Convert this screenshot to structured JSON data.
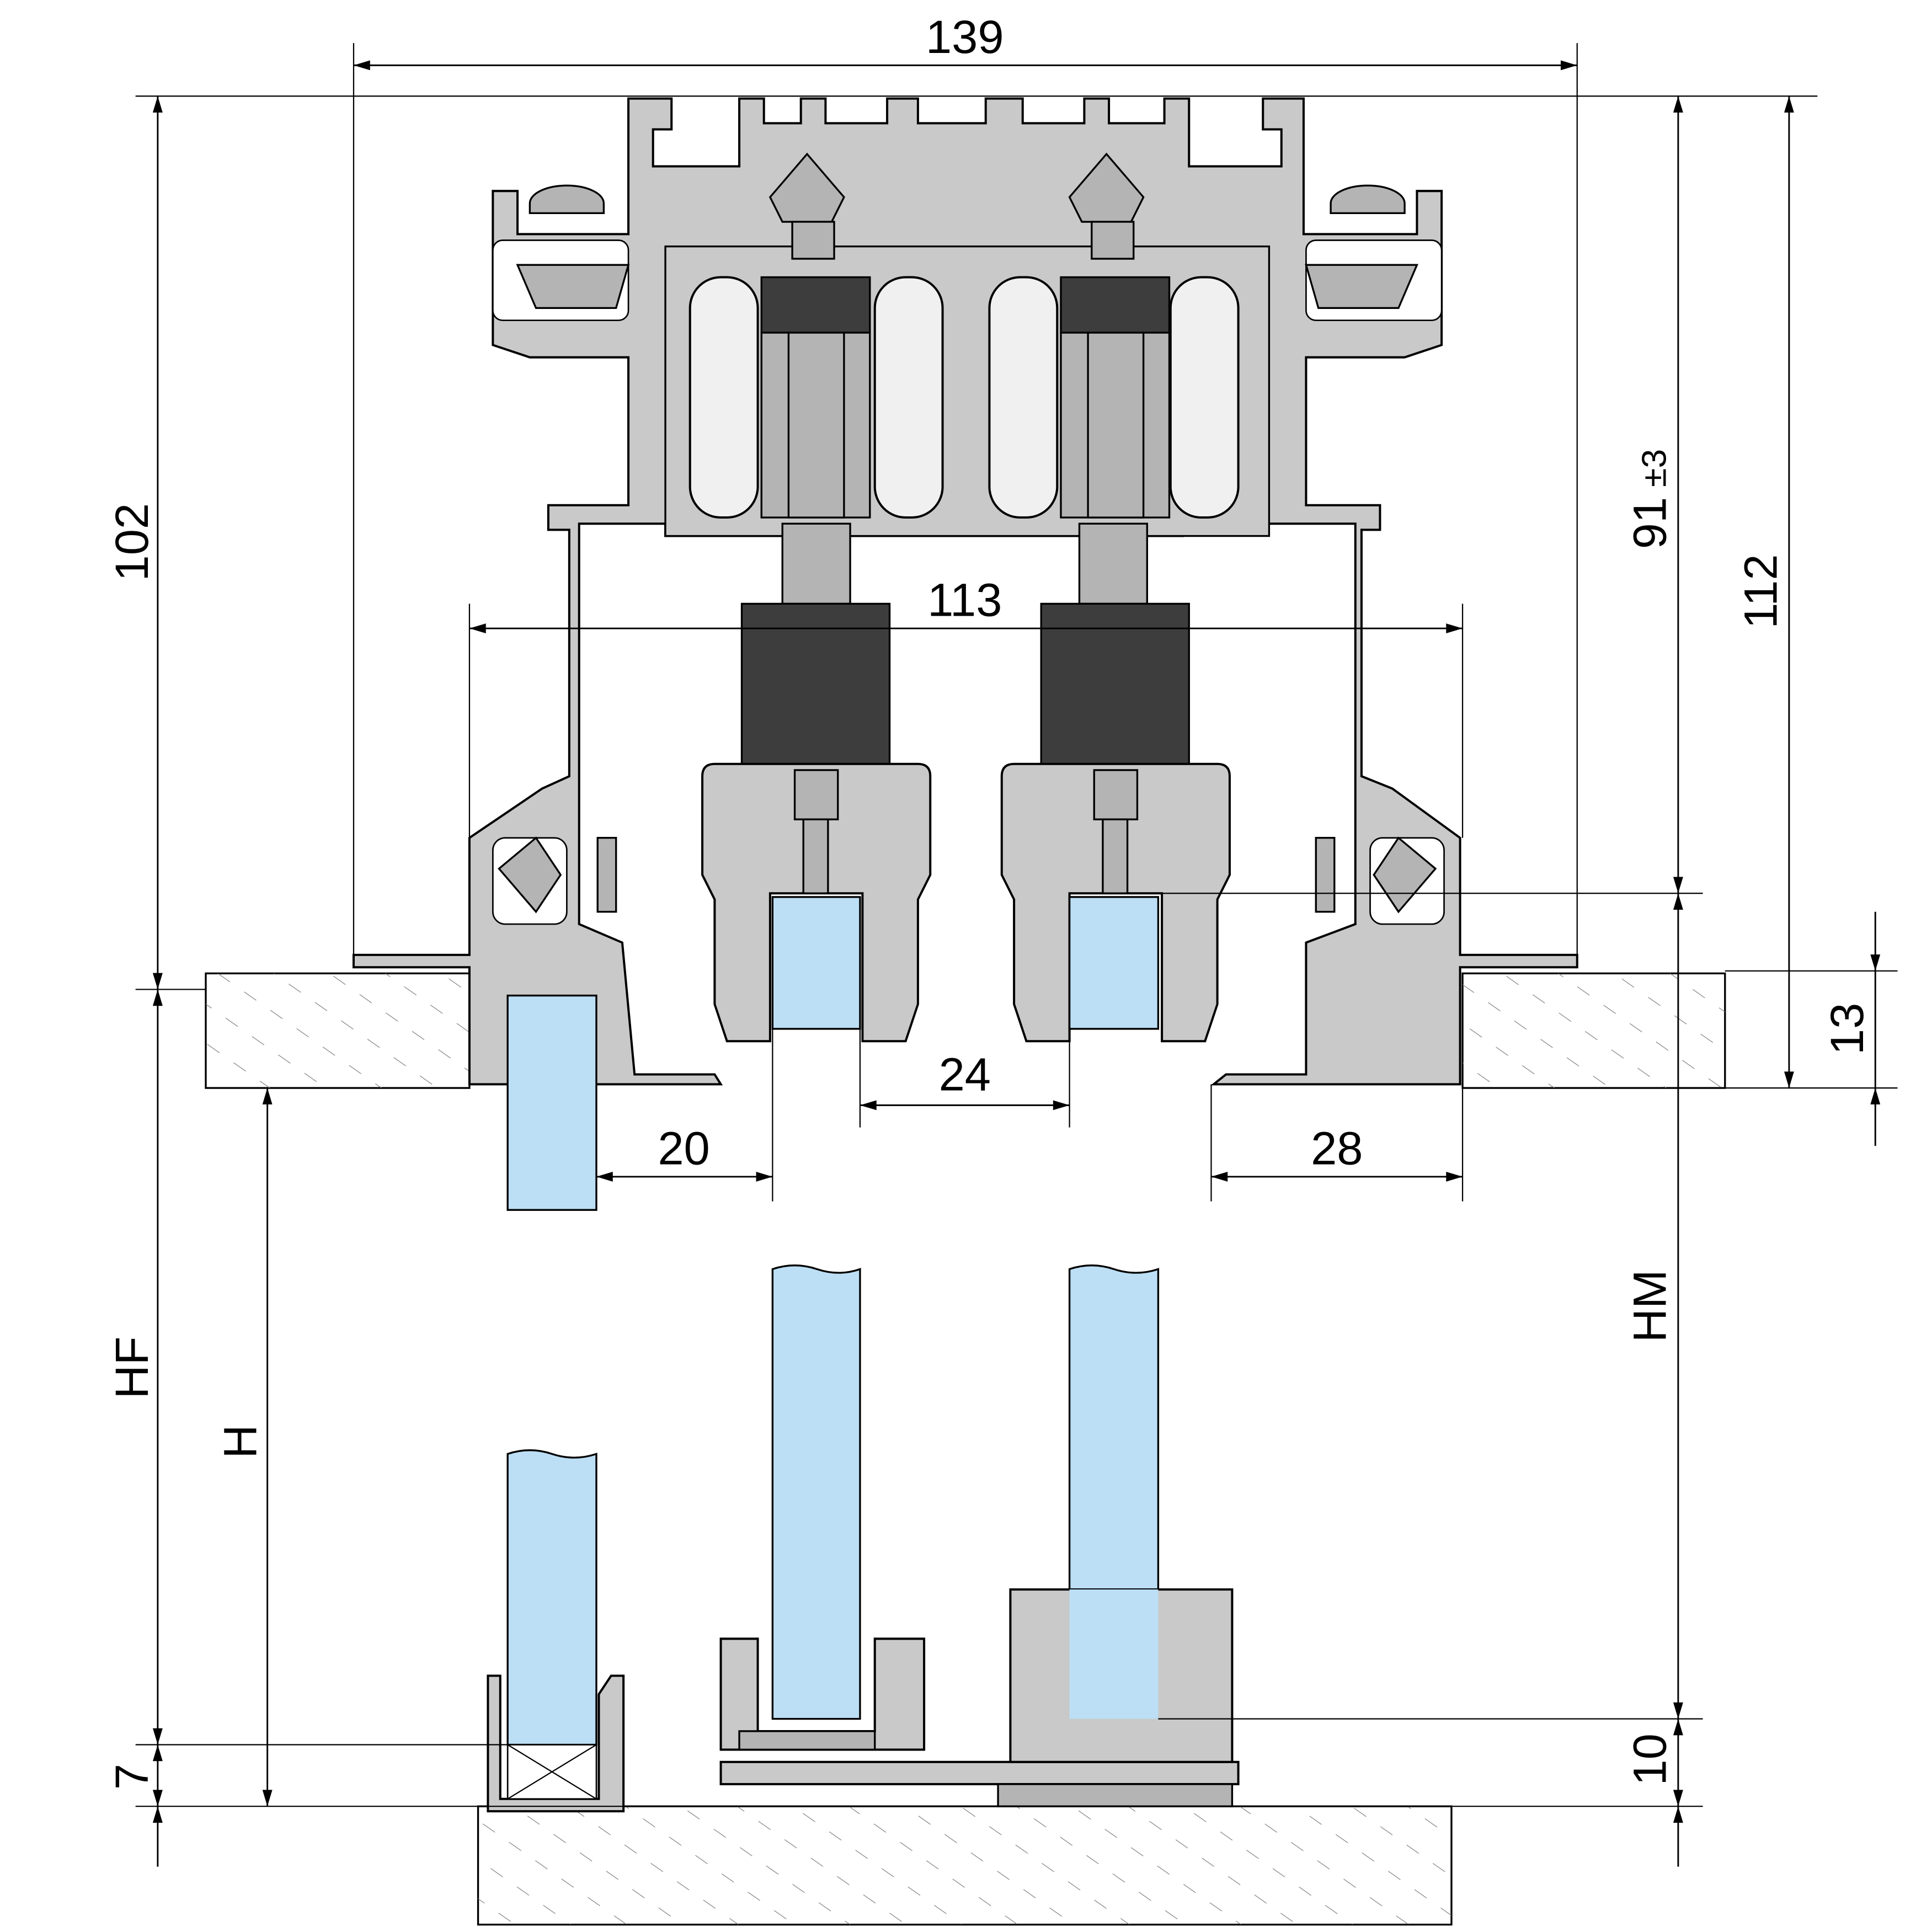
{
  "drawing": {
    "title": "Sliding door track cross-section",
    "dimensions": {
      "overall_width": "139",
      "left_height": "102",
      "inner_width": "113",
      "adjust_height": "91",
      "adjust_tolerance": "±3",
      "total_height": "112",
      "slab_thickness": "13",
      "glass_gap": "24",
      "left_offset": "20",
      "right_offset": "28",
      "hf_label": "HF",
      "h_label": "H",
      "hm_label": "HM",
      "bottom_left": "7",
      "bottom_right": "10"
    },
    "colors": {
      "aluminium": "#c9c9c9",
      "glass": "#bcdff5",
      "dark_part": "#3d3d3d"
    }
  }
}
